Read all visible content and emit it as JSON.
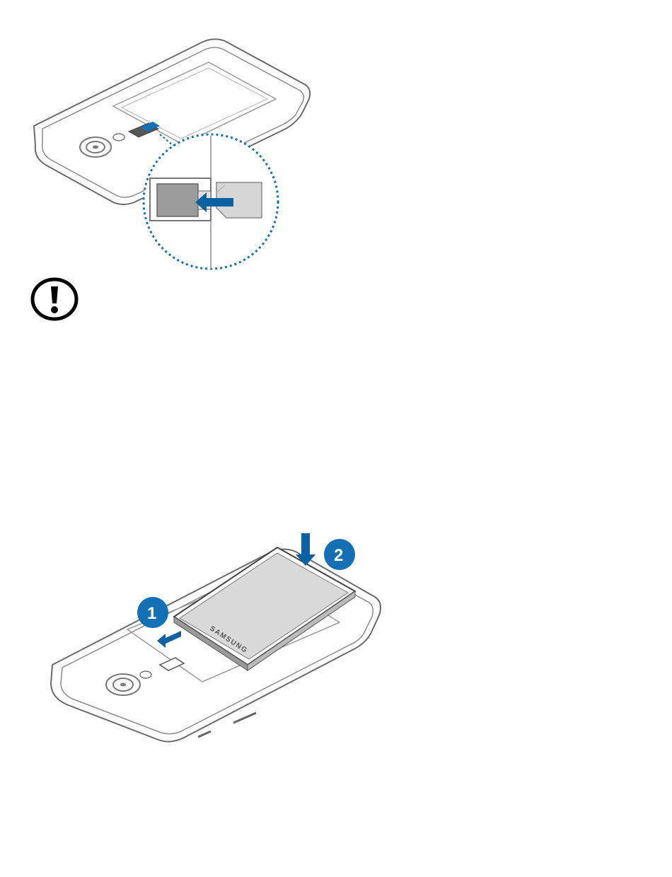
{
  "figures": {
    "sim_insertion": {
      "arrow_color": "#0a62a3",
      "callout_color": "#1470b4",
      "sim_card_color": "#cfcfcf",
      "tray_color": "#9b9b9b"
    },
    "warning": {
      "icon": "exclamation-circle-icon",
      "color": "#000000"
    },
    "battery_insertion": {
      "steps": [
        {
          "number": "1"
        },
        {
          "number": "2"
        }
      ],
      "step_color": "#1470b4",
      "battery_logo": "SAMSUNG",
      "battery_color": "#d9d9d9"
    }
  }
}
